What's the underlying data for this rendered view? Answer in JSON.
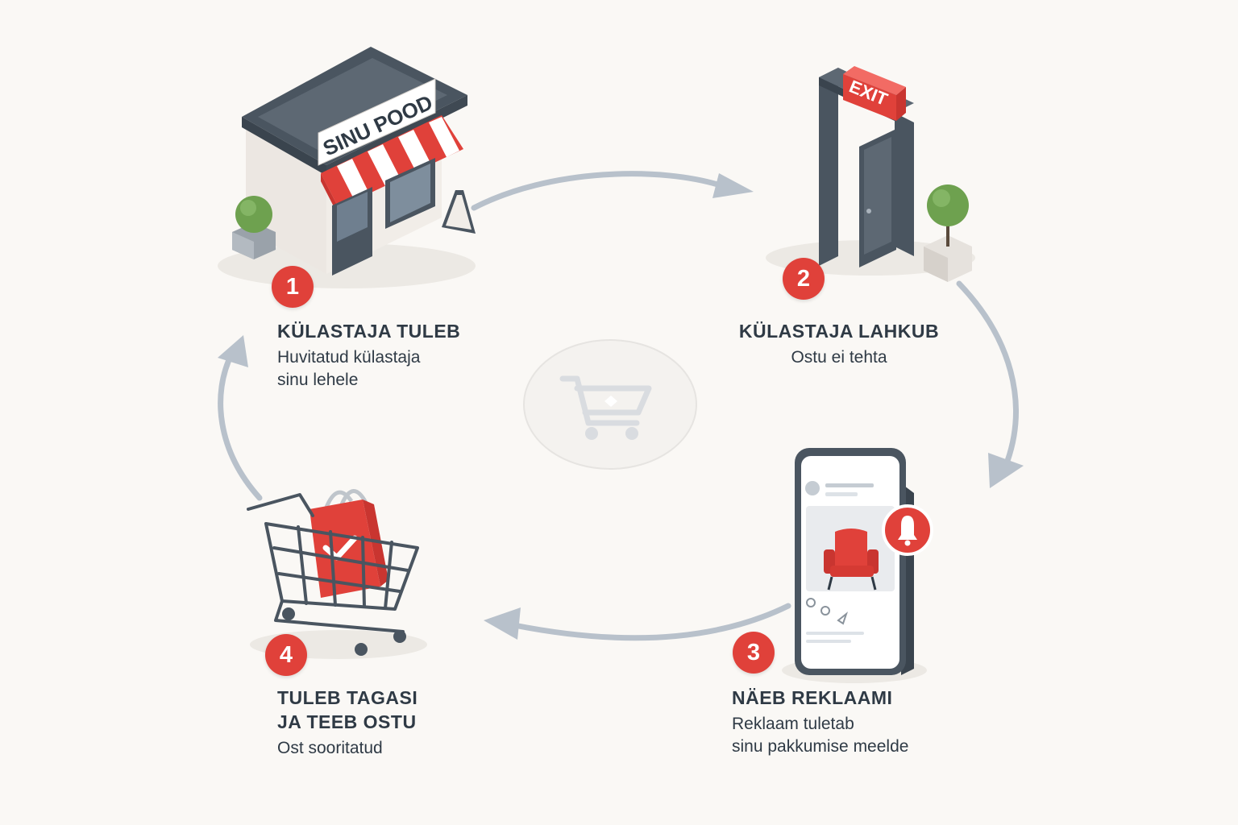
{
  "colors": {
    "accent_red": "#e0413a",
    "dark_slate": "#4a5560",
    "arrow_gray": "#b8c1cb",
    "text": "#2f3a45",
    "background": "#faf8f5"
  },
  "shop": {
    "sign": "SINU POOD"
  },
  "exit": {
    "sign": "EXIT"
  },
  "center": {
    "icon": "shopping-cart-icon"
  },
  "steps": [
    {
      "number": "1",
      "title": "KÜLASTAJA TULEB",
      "description": "Huvitatud külastaja\nsinu lehele",
      "icon": "store-icon"
    },
    {
      "number": "2",
      "title": "KÜLASTAJA LAHKUB",
      "description": "Ostu ei tehta",
      "icon": "exit-door-icon"
    },
    {
      "number": "3",
      "title": "NÄEB REKLAAMI",
      "description": "Reklaam tuletab\nsinu pakkumise meelde",
      "icon": "phone-ad-icon"
    },
    {
      "number": "4",
      "title": "TULEB TAGASI\nJA TEEB OSTU",
      "description": "Ost sooritatud",
      "icon": "shopping-cart-icon"
    }
  ]
}
